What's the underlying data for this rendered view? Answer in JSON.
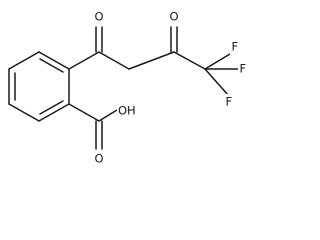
{
  "molecule": {
    "atoms": {
      "oxygen_ketone_1": "O",
      "oxygen_ketone_2": "O",
      "oxygen_carboxyl_double": "O",
      "hydroxyl": "OH",
      "fluorine_top": "F",
      "fluorine_right": "F",
      "fluorine_bottom": "F"
    }
  }
}
